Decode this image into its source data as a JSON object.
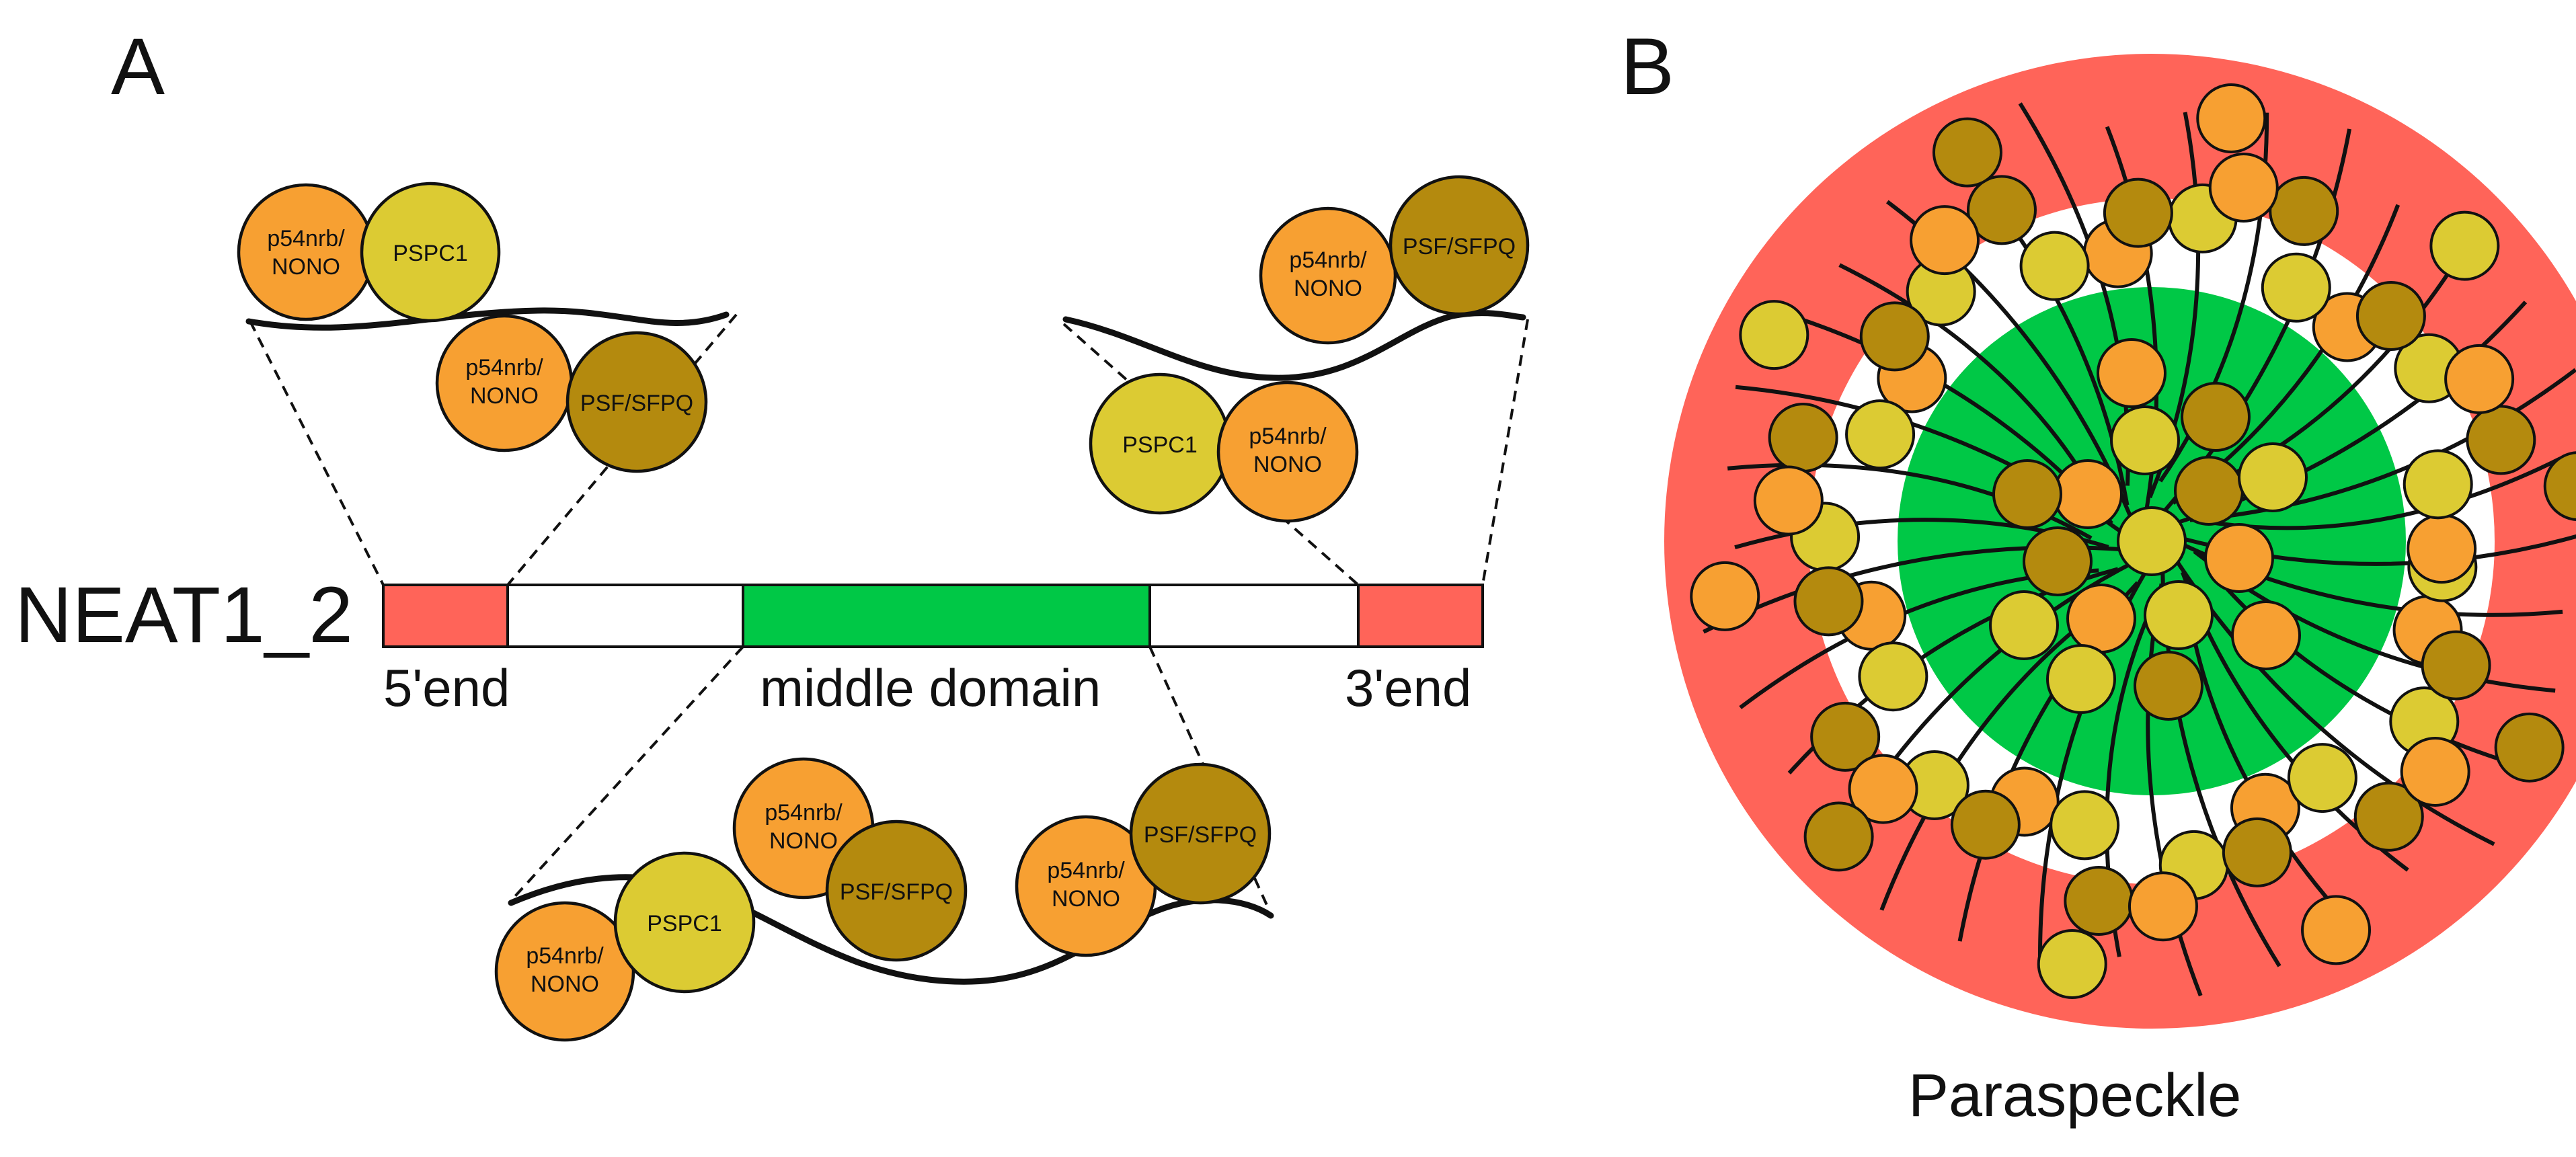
{
  "panel_a": {
    "letter": "A",
    "gene": "NEAT1_2",
    "regions": {
      "five_prime": "5'end",
      "middle": "middle domain",
      "three_prime": "3'end"
    }
  },
  "panel_b": {
    "letter": "B",
    "caption": "Paraspeckle"
  },
  "proteins": {
    "nono_line1": "p54nrb/",
    "nono_line2": "NONO",
    "pspc1": "PSPC1",
    "psf": "PSF/SFPQ"
  },
  "colors": {
    "nono": "#f7a032",
    "pspc1": "#dccb33",
    "psf": "#b48a0e",
    "ends": "#ff6459",
    "middle": "#00c846",
    "spacer": "#ffffff"
  }
}
